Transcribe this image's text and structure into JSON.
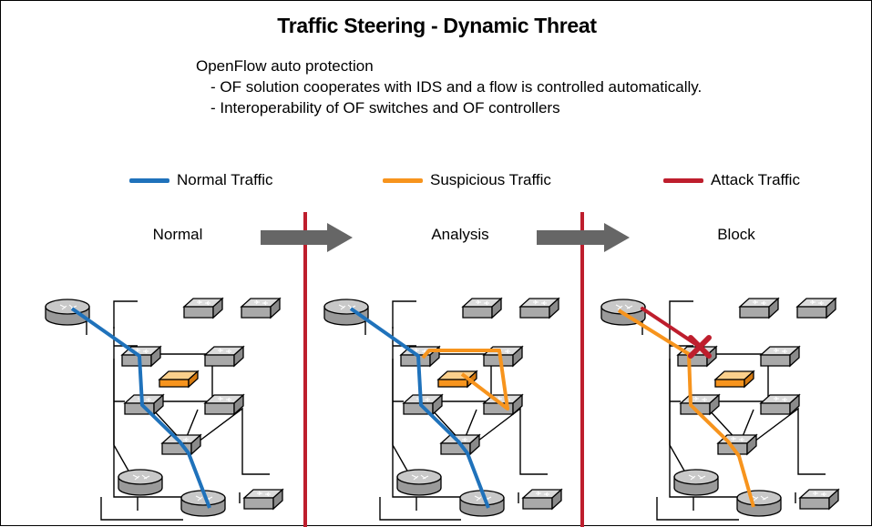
{
  "title": "Traffic Steering - Dynamic Threat",
  "intro": {
    "heading": "OpenFlow auto protection",
    "bullets": [
      "- OF solution cooperates with IDS and a flow is controlled automatically.",
      "- Interoperability of OF switches and OF controllers"
    ]
  },
  "legend": [
    {
      "label": "Normal Traffic",
      "color": "#1f72bb"
    },
    {
      "label": "Suspicious Traffic",
      "color": "#f7941d"
    },
    {
      "label": "Attack Traffic",
      "color": "#be1e2d"
    }
  ],
  "stages": [
    "Normal",
    "Analysis",
    "Block"
  ],
  "colors": {
    "divider": "#be1e2d",
    "arrow": "#666666",
    "device": "#a9a9a9",
    "ids": "#f7941d"
  },
  "icons": [
    "router-icon",
    "switch-icon",
    "ids-icon",
    "block-x-icon",
    "right-arrow-icon"
  ]
}
